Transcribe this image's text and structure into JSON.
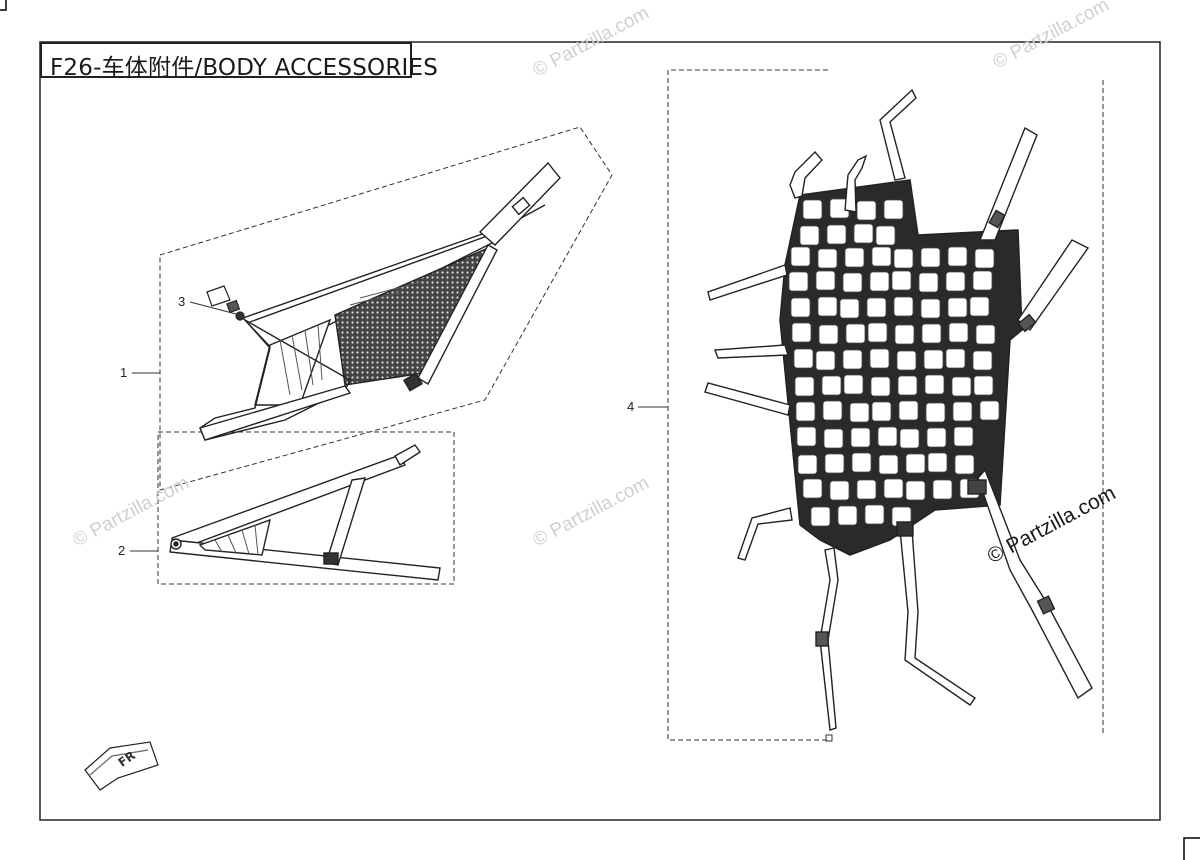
{
  "diagram": {
    "title": "F26-车体附件/BODY ACCESSORIES",
    "callouts": [
      "1",
      "2",
      "3",
      "4"
    ],
    "watermark": "© Partzilla.com",
    "direction_mark": "FR"
  }
}
